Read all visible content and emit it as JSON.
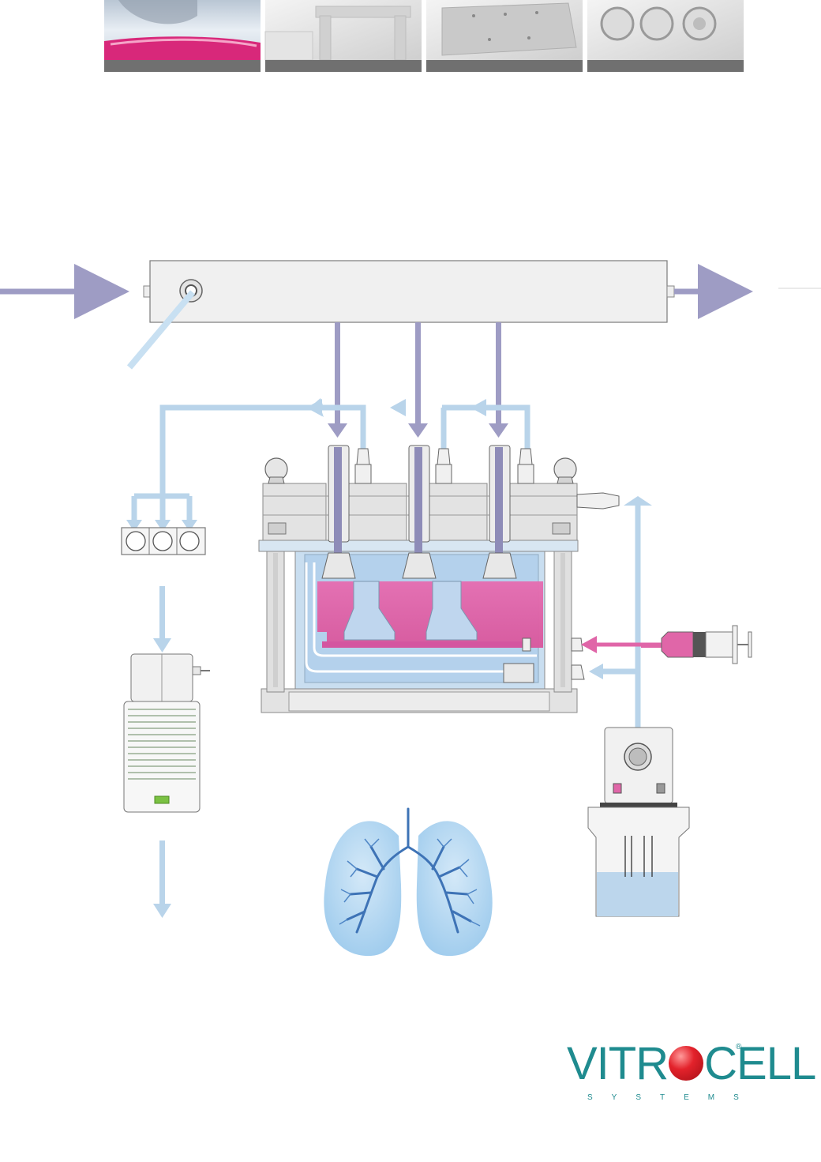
{
  "colors": {
    "exhaust_arrow": "#9e9cc4",
    "vacuum_arrow": "#b9d4ea",
    "medium_pink": "#e066a8",
    "chamber_blue": "#bcd6ec",
    "metal": "#dddddd",
    "logo_teal": "#1f8b8f",
    "logo_red": "#e3222b"
  },
  "header_photos": [
    {
      "subject": "flask-with-pink-medium"
    },
    {
      "subject": "steel-pipe"
    },
    {
      "subject": "aluminium-module"
    },
    {
      "subject": "well-plate-top"
    }
  ],
  "icons": [
    "lungs-icon",
    "vacuum-pump-icon",
    "syringe-icon",
    "heater-bath-icon",
    "flow-meter-icon"
  ],
  "logo": {
    "word_pre": "VITR",
    "word_post": "CELL",
    "tagline": "SYSTEMS",
    "reg": "®"
  }
}
